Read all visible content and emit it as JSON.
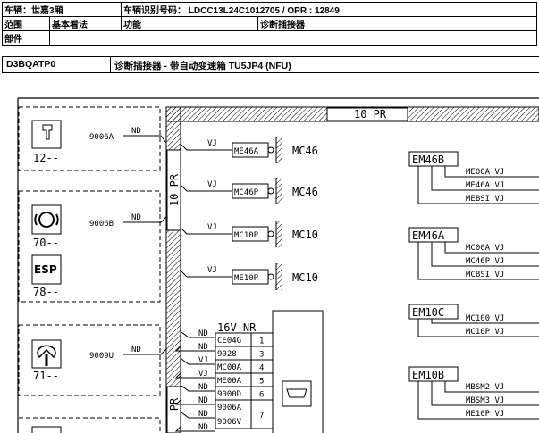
{
  "header": {
    "vehicle": "车辆：世嘉3厢",
    "vin": "车辆识别号码： LDCC13L24C1012705 / OPR : 12849",
    "scope_label": "范围",
    "scope_value": "基本看法",
    "function_label": "功能",
    "function_value": "诊断插接器",
    "part_label": "部件",
    "code": "D3BQATP0",
    "title": "诊断插接器 - 带自动变速箱 TU5JP4 (NFU)"
  },
  "diagram": {
    "harness_top": "10 PR",
    "harness_side": "10 PR",
    "harness_side2": "PR",
    "components": [
      {
        "label": "12--",
        "icon": "injector-icon"
      },
      {
        "label": "70--",
        "icon": "abs-icon"
      },
      {
        "label": "78--",
        "icon": "esp-icon",
        "text": "ESP"
      },
      {
        "label": "71--",
        "icon": "gauge-icon"
      }
    ],
    "left_wires": [
      {
        "id": "9006A",
        "color": "ND"
      },
      {
        "id": "9006B",
        "color": "ND"
      },
      {
        "id": "9009U",
        "color": "ND"
      }
    ],
    "grounds": [
      {
        "wire": "VJ",
        "conn": "ME46A",
        "ground": "MC46"
      },
      {
        "wire": "VJ",
        "conn": "MC46P",
        "ground": "MC46"
      },
      {
        "wire": "VJ",
        "conn": "MC10P",
        "ground": "MC10"
      },
      {
        "wire": "VJ",
        "conn": "ME10P",
        "ground": "MC10"
      }
    ],
    "splices": [
      {
        "name": "EM46B",
        "wires": [
          "ME00A VJ",
          "ME46A VJ",
          "MEBSI VJ"
        ]
      },
      {
        "name": "EM46A",
        "wires": [
          "MC00A VJ",
          "MC46P VJ",
          "MCBSI VJ"
        ]
      },
      {
        "name": "EM10C",
        "wires": [
          "MC100 VJ",
          "MC10P VJ"
        ]
      },
      {
        "name": "EM10B",
        "wires": [
          "MBSM2 VJ",
          "MBSM3 VJ",
          "ME10P VJ"
        ]
      }
    ],
    "connector": {
      "title": "16V NR",
      "colors": [
        "ND",
        "ND",
        "VJ",
        "VJ",
        "ND",
        "ND",
        "ND",
        "ND"
      ],
      "pins": [
        {
          "wire": "CE04G",
          "pin": "1"
        },
        {
          "wire": "9028",
          "pin": "3"
        },
        {
          "wire": "MC00A",
          "pin": "4"
        },
        {
          "wire": "ME00A",
          "pin": "5"
        },
        {
          "wire": "9000D",
          "pin": "6"
        },
        {
          "wire": "9006A",
          "pin": "7",
          "wire2": "9006V"
        }
      ]
    }
  }
}
